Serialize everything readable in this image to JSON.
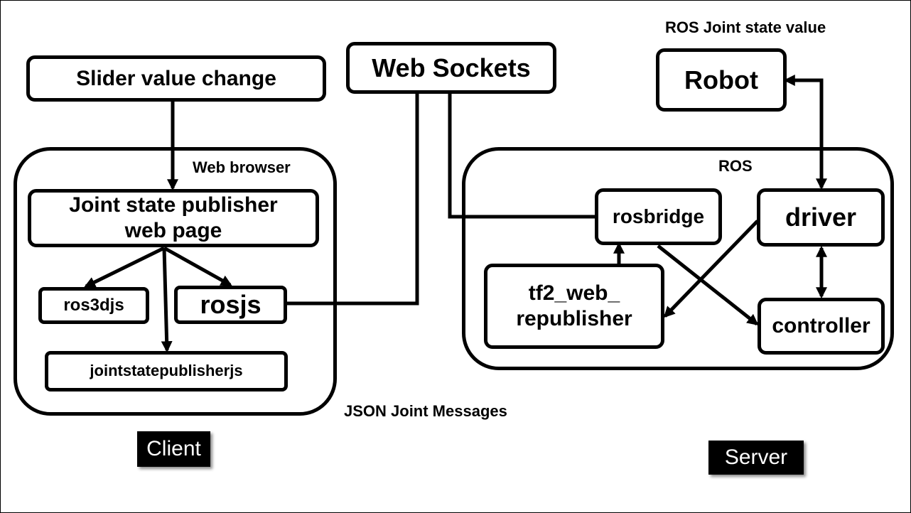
{
  "captions": {
    "web_browser": "Web browser",
    "ros": "ROS",
    "ros_joint_state_value": "ROS Joint state value",
    "json_joint_messages": "JSON Joint Messages"
  },
  "nodes": {
    "slider": "Slider value change",
    "web_sockets": "Web Sockets",
    "robot": "Robot",
    "jsp_web_page_line1": "Joint state publisher",
    "jsp_web_page_line2": "web page",
    "ros3djs": "ros3djs",
    "rosjs": "rosjs",
    "jointstatepublisherjs": "jointstatepublisherjs",
    "rosbridge": "rosbridge",
    "driver": "driver",
    "tf2_line1": "tf2_web_",
    "tf2_line2": "republisher",
    "controller": "controller"
  },
  "tags": {
    "client": "Client",
    "server": "Server"
  }
}
